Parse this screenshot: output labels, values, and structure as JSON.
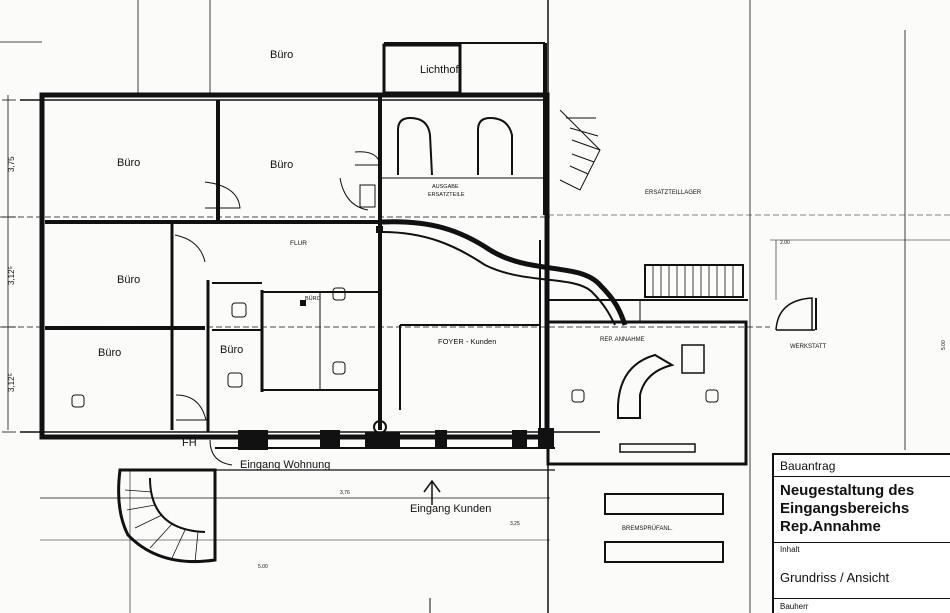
{
  "rooms": {
    "buero_top": "Büro",
    "lichthof": "Lichthof",
    "buero_left1": "Büro",
    "buero_mid": "Büro",
    "buero_left2": "Büro",
    "buero_left3": "Büro",
    "buero_small": "Büro",
    "buero_tiny": "BÜRO",
    "flur": "FLUR",
    "ausgabe": "AUSGABE",
    "ersatzteile": "ERSATZTEILE",
    "ersatzteillager": "ERSATZTEILLAGER",
    "foyer": "FOYER - Kunden",
    "rep_annahme": "REP. ANNAHME",
    "werkstatt": "WERKSTATT",
    "bremspruefanl": "BREMSPRÜFANL.",
    "fh": "FH"
  },
  "entrances": {
    "wohnung": "Eingang Wohnung",
    "kunden": "Eingang Kunden"
  },
  "dimensions": {
    "d375": "3,75",
    "d3125a": "3,12⁵",
    "d3125b": "3,12⁵",
    "d500": "5.00",
    "d376": "3,76",
    "d200": "2.00",
    "d500b": "5.00",
    "d325": "3,25"
  },
  "title_block": {
    "type": "Bauantrag",
    "project_line1": "Neugestaltung des",
    "project_line2": "Eingangsbereichs",
    "project_line3": "Rep.Annahme",
    "content_label": "Inhalt",
    "content": "Grundriss / Ansicht",
    "client_label": "Bauherr"
  }
}
